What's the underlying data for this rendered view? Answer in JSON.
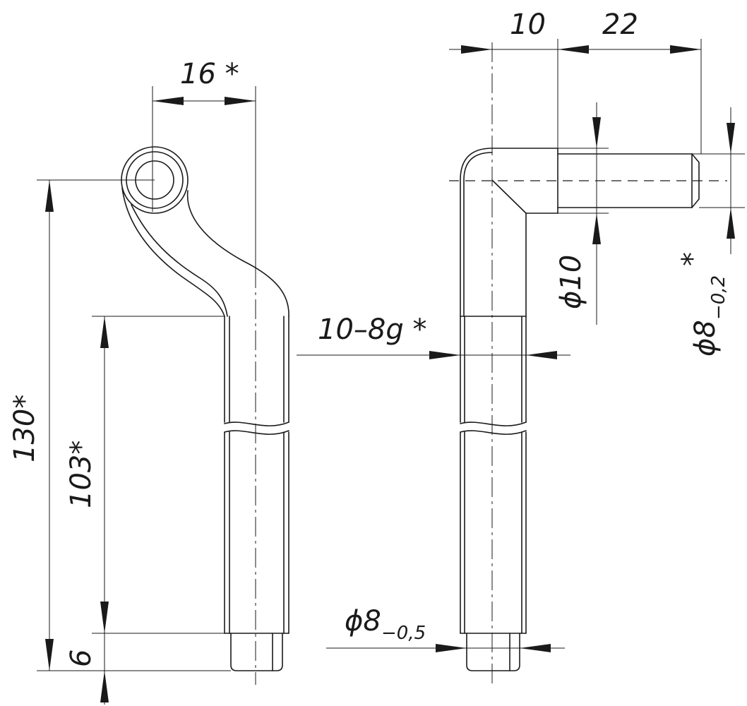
{
  "dimensions": {
    "d16": "16 *",
    "d10": "10",
    "d22": "22",
    "d130": "130*",
    "d103": "103*",
    "d6": "6",
    "thread": "10–8g *",
    "phi10": "ϕ10",
    "phi8_main": "ϕ8",
    "phi8_sub": "−0,5",
    "phi8b_main": "ϕ8",
    "phi8b_sub": "−0,2",
    "phi8b_star": "*"
  }
}
